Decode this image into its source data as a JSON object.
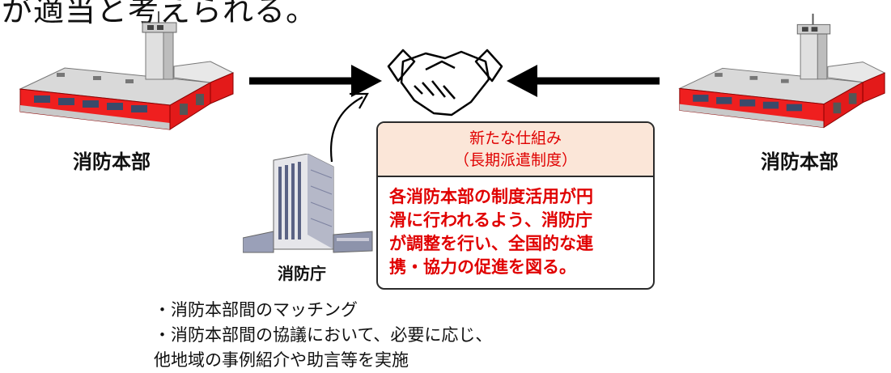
{
  "header_text": "が適当と考えられる。",
  "left_station_label": "消防本部",
  "right_station_label": "消防本部",
  "agency_label": "消防庁",
  "box": {
    "title_line1": "新たな仕組み",
    "title_line2": "（長期派遣制度）",
    "body_lines": [
      "各消防本部の制度活用が円",
      "滑に行われるよう、消防庁",
      "が調整を行い、全国的な連",
      "携・協力の促進を図る。"
    ]
  },
  "bullets": [
    "・消防本部間のマッチング",
    "・消防本部間の協議において、必要に応じ、",
    "他地域の事例紹介や助言等を実施"
  ],
  "colors": {
    "accent_red": "#e00000",
    "box_header_bg": "#fbe6d8"
  },
  "icons": [
    "fire-station-icon",
    "handshake-icon",
    "government-building-icon",
    "arrow-icon"
  ]
}
